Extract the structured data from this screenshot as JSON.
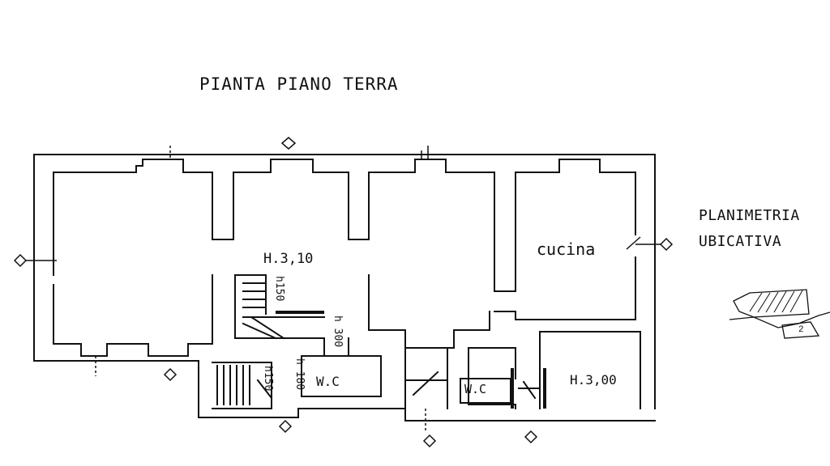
{
  "drawing": {
    "title": "PIANTA PIANO TERRA",
    "site_plan_label_line1": "PLANIMETRIA",
    "site_plan_label_line2": "UBICATIVA",
    "site_plan_number": "2"
  },
  "rooms": {
    "main_height": "H.3,10",
    "kitchen": "cucina",
    "back_height": "H.3,00",
    "wc_left": "W.C",
    "wc_right": "W.C"
  },
  "stair_notes": {
    "s1": "h150",
    "s2": "h 300",
    "s3": "h 180",
    "s4": "h150"
  }
}
